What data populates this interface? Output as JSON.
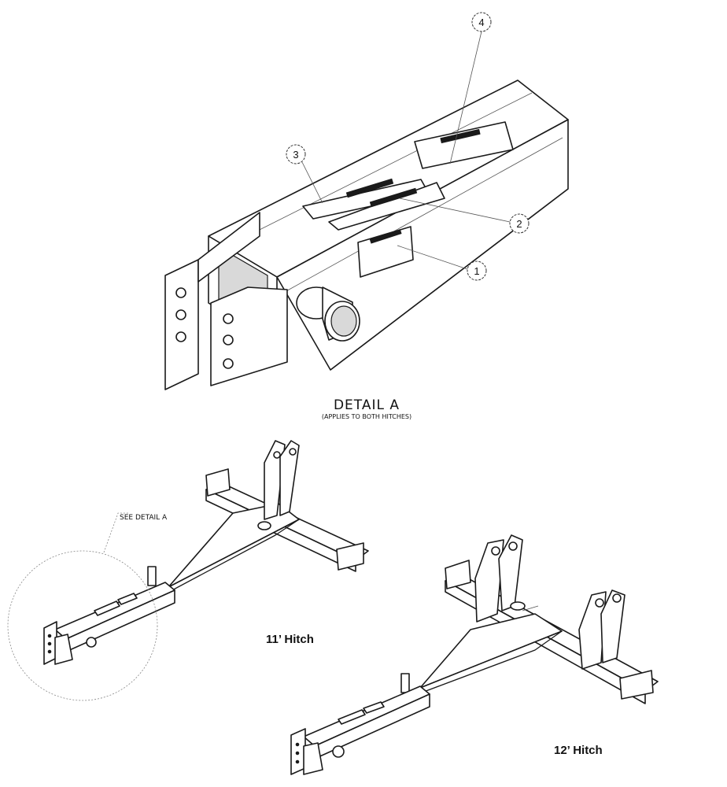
{
  "detail": {
    "title": "DETAIL  A",
    "subtitle": "(APPLIES TO BOTH HITCHES)",
    "callouts": [
      "1",
      "2",
      "3",
      "4"
    ]
  },
  "reference": {
    "see_detail": "SEE DETAIL  A"
  },
  "hitches": {
    "small_label": "11’ Hitch",
    "large_label": "12’ Hitch"
  }
}
